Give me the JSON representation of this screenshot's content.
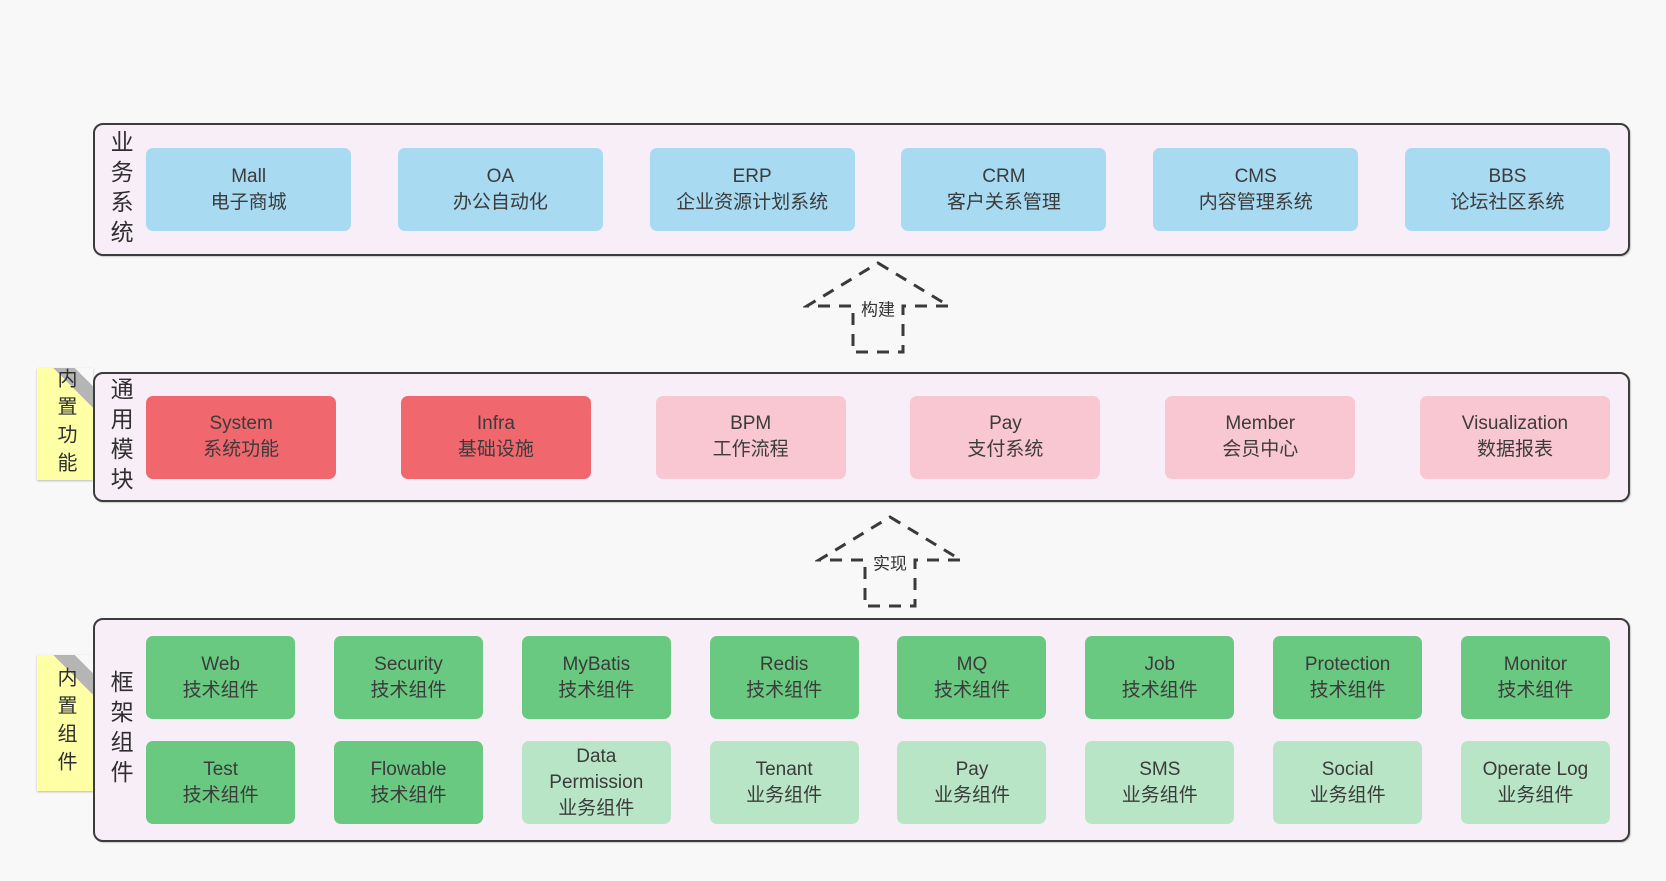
{
  "palette": {
    "bg": "#f8f8f8",
    "band-bg": "#f8eef7",
    "band-border": "#3c3c3c",
    "blue": "#a8daf2",
    "red": "#f0686d",
    "pink": "#f9c7d2",
    "green": "#6ac981",
    "lightgreen": "#b8e5c5",
    "note": "#ffffa6",
    "fold": "#b5b5b5"
  },
  "arrows": [
    {
      "label": "构建"
    },
    {
      "label": "实现"
    }
  ],
  "bands": [
    {
      "label": "业务系统",
      "boxes": [
        {
          "title": "Mall",
          "subtitle": "电子商城",
          "variant": "blue"
        },
        {
          "title": "OA",
          "subtitle": "办公自动化",
          "variant": "blue"
        },
        {
          "title": "ERP",
          "subtitle": "企业资源计划系统",
          "variant": "blue"
        },
        {
          "title": "CRM",
          "subtitle": "客户关系管理",
          "variant": "blue"
        },
        {
          "title": "CMS",
          "subtitle": "内容管理系统",
          "variant": "blue"
        },
        {
          "title": "BBS",
          "subtitle": "论坛社区系统",
          "variant": "blue"
        }
      ]
    },
    {
      "label": "通用模块",
      "note": "内置功能",
      "boxes": [
        {
          "title": "System",
          "subtitle": "系统功能",
          "variant": "red"
        },
        {
          "title": "Infra",
          "subtitle": "基础设施",
          "variant": "red"
        },
        {
          "title": "BPM",
          "subtitle": "工作流程",
          "variant": "pink"
        },
        {
          "title": "Pay",
          "subtitle": "支付系统",
          "variant": "pink"
        },
        {
          "title": "Member",
          "subtitle": "会员中心",
          "variant": "pink"
        },
        {
          "title": "Visualization",
          "subtitle": "数据报表",
          "variant": "pink"
        }
      ]
    },
    {
      "label": "框架组件",
      "note": "内置组件",
      "rows": [
        [
          {
            "title": "Web",
            "subtitle": "技术组件",
            "variant": "green"
          },
          {
            "title": "Security",
            "subtitle": "技术组件",
            "variant": "green"
          },
          {
            "title": "MyBatis",
            "subtitle": "技术组件",
            "variant": "green"
          },
          {
            "title": "Redis",
            "subtitle": "技术组件",
            "variant": "green"
          },
          {
            "title": "MQ",
            "subtitle": "技术组件",
            "variant": "green"
          },
          {
            "title": "Job",
            "subtitle": "技术组件",
            "variant": "green"
          },
          {
            "title": "Protection",
            "subtitle": "技术组件",
            "variant": "green"
          },
          {
            "title": "Monitor",
            "subtitle": "技术组件",
            "variant": "green"
          }
        ],
        [
          {
            "title": "Test",
            "subtitle": "技术组件",
            "variant": "green"
          },
          {
            "title": "Flowable",
            "subtitle": "技术组件",
            "variant": "green"
          },
          {
            "title": "Data Permission",
            "subtitle": "业务组件",
            "variant": "lightgreen"
          },
          {
            "title": "Tenant",
            "subtitle": "业务组件",
            "variant": "lightgreen"
          },
          {
            "title": "Pay",
            "subtitle": "业务组件",
            "variant": "lightgreen"
          },
          {
            "title": "SMS",
            "subtitle": "业务组件",
            "variant": "lightgreen"
          },
          {
            "title": "Social",
            "subtitle": "业务组件",
            "variant": "lightgreen"
          },
          {
            "title": "Operate Log",
            "subtitle": "业务组件",
            "variant": "lightgreen"
          }
        ]
      ]
    }
  ]
}
